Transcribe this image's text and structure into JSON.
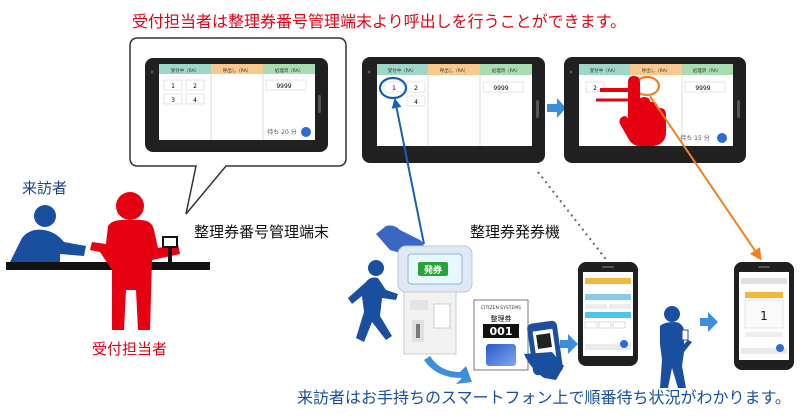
{
  "captions": {
    "top": "受付担当者は整理券番号管理端末より呼出しを行うことができます。",
    "bottom": "来訪者はお手持ちのスマートフォン上で順番待ち状況がわかります。"
  },
  "labels": {
    "visitor": "来訪者",
    "staff": "受付担当者",
    "terminal": "整理券番号管理端末",
    "kiosk": "整理券発券機"
  },
  "tablet_screen": {
    "columns": [
      "受付中（RA）",
      "呼出し（RA）",
      "処理済（RA）"
    ],
    "waiting_numbers_4": [
      "1",
      "2",
      "3",
      "4"
    ],
    "waiting_numbers_3": [
      "1",
      "2",
      "4"
    ],
    "called_numbers": [
      "2"
    ],
    "processed_number": "9999",
    "wait_time_a": "待ち 20 分",
    "wait_time_b": "待ち 15 分"
  },
  "kiosk": {
    "screen_label": "発券"
  },
  "ticket": {
    "company": "CITIZEN SYSTEMS",
    "title": "整理券",
    "number": "001"
  },
  "phone_b": {
    "number": "1"
  },
  "colors": {
    "red": "#e60012",
    "blue": "#1a4fa0",
    "arrow_blue": "#3b8fd9",
    "orange": "#f08020",
    "col1": "#9ed7c8",
    "col2": "#f7c98f",
    "col3": "#a9dcb0"
  }
}
